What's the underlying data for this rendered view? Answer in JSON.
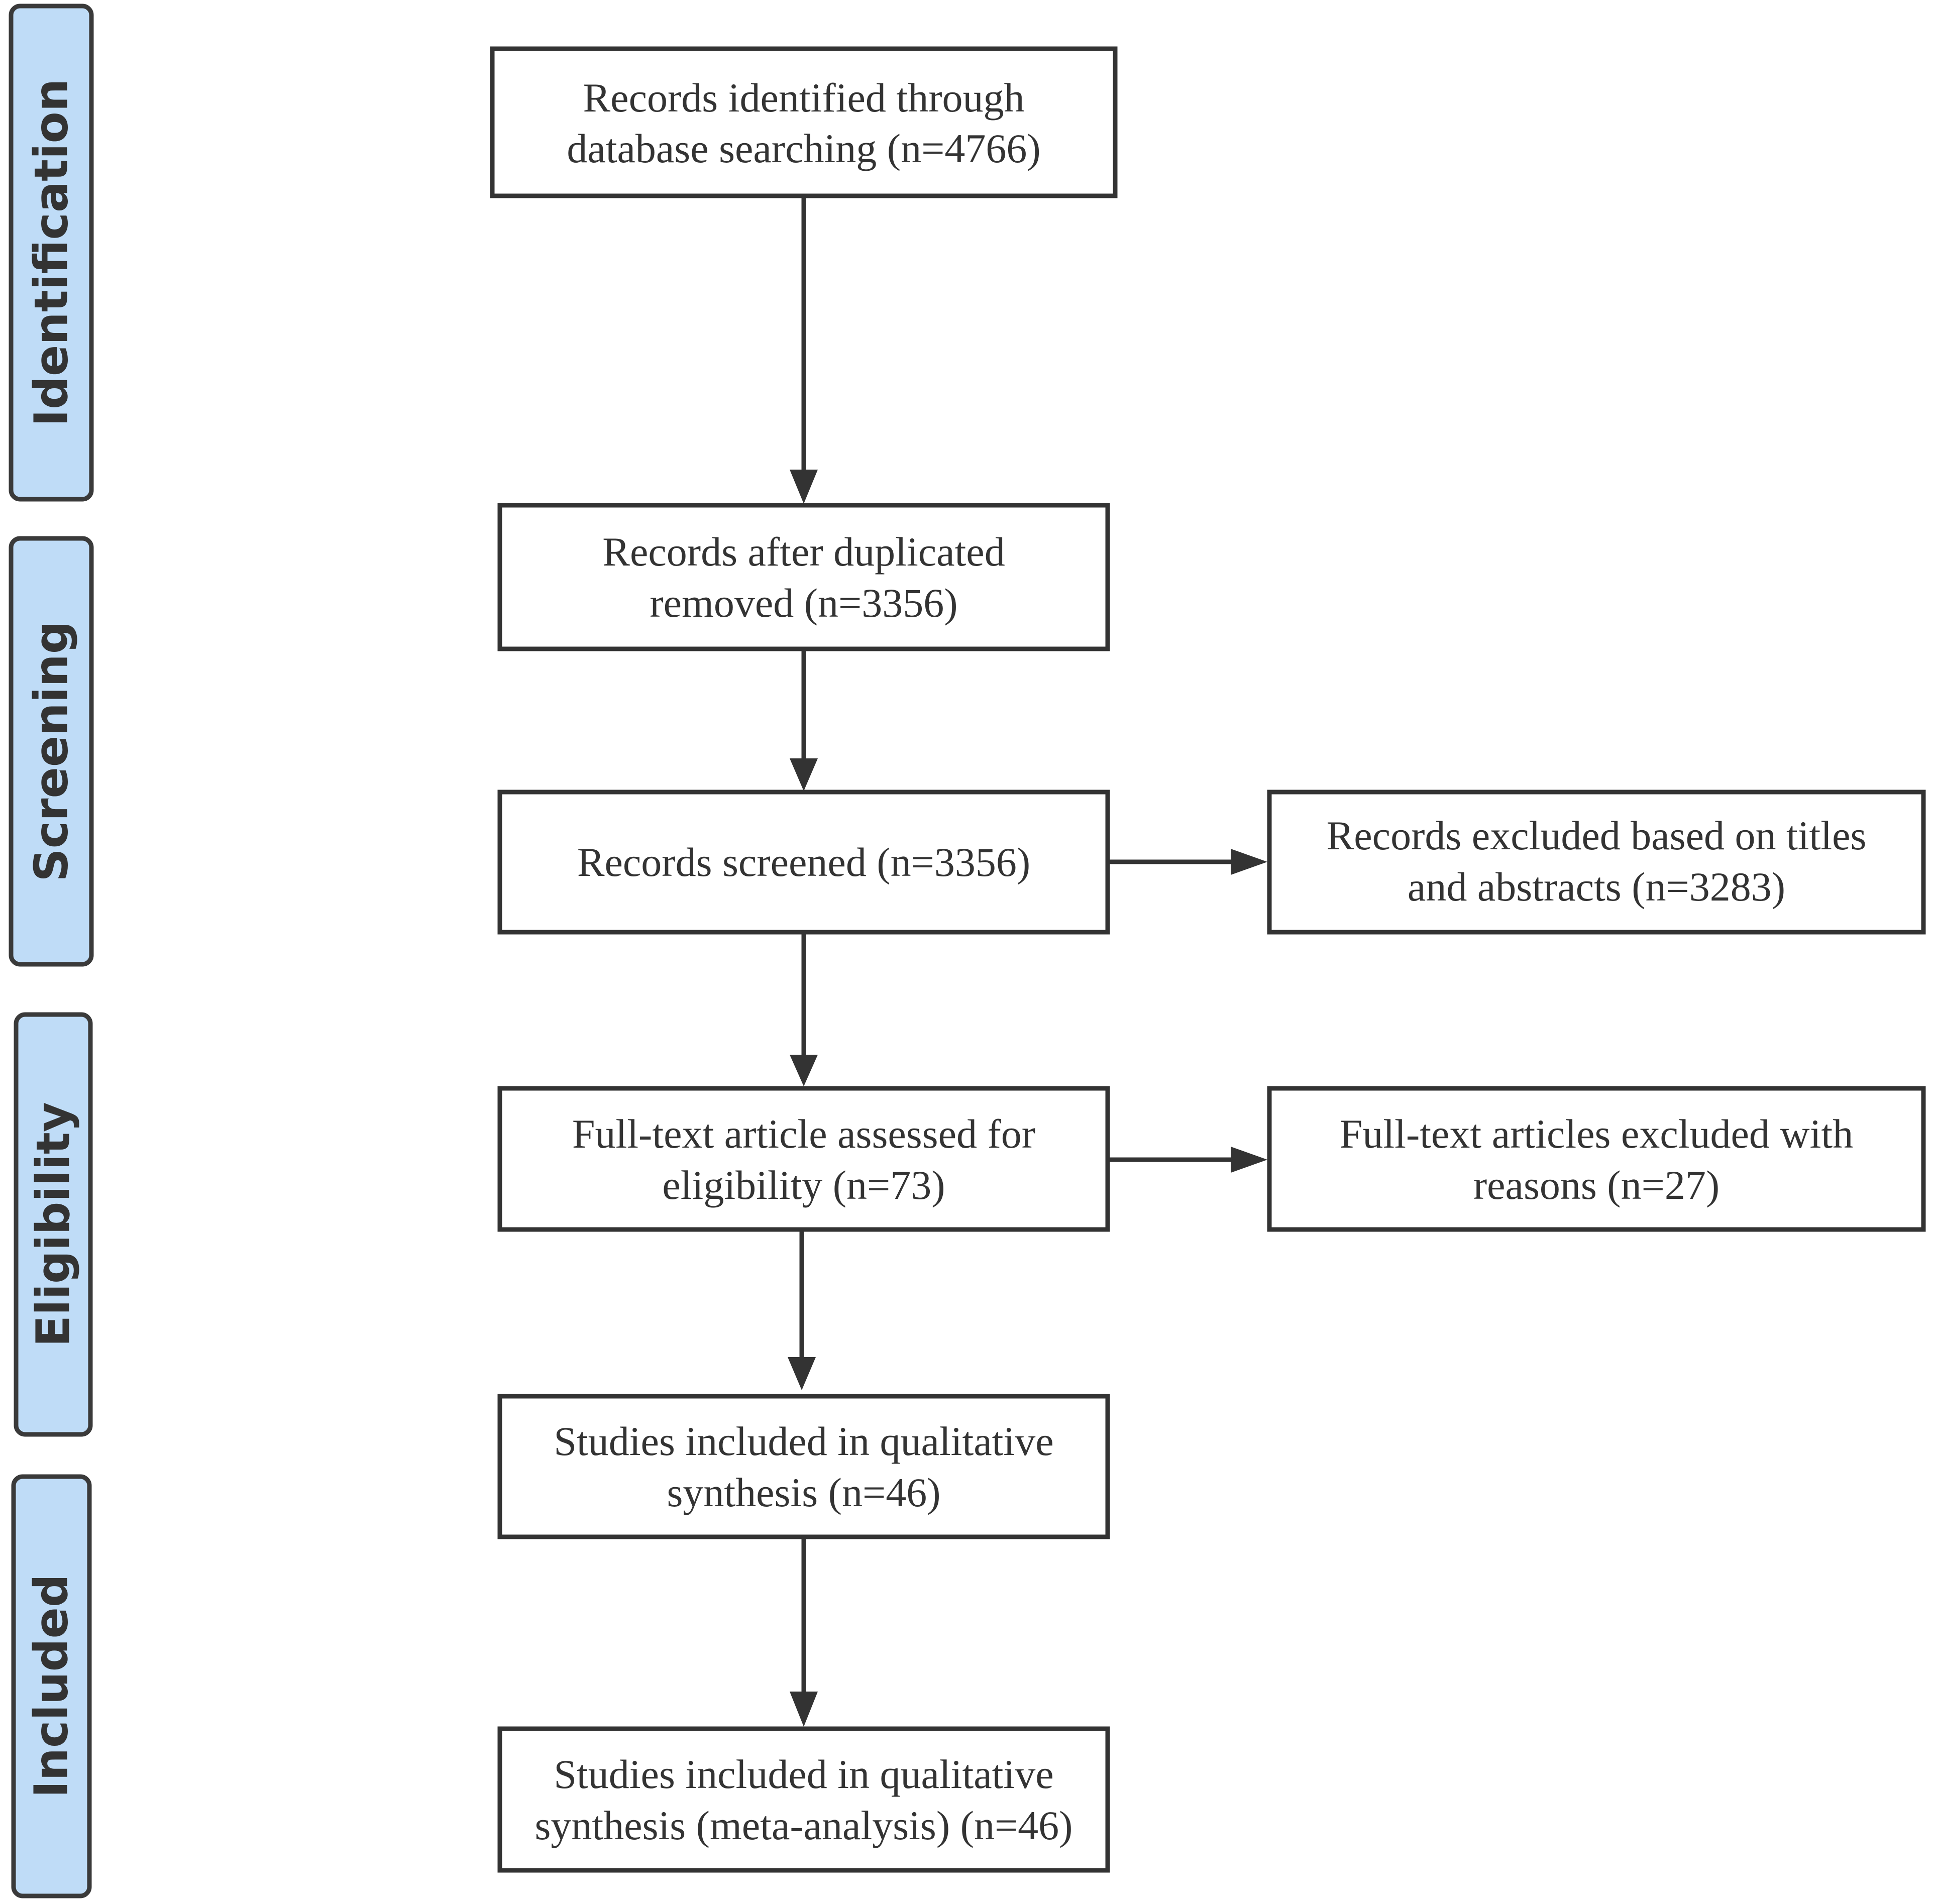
{
  "stages": {
    "identification": "Identification",
    "screening": "Screening",
    "eligibility": "Eligibility",
    "included": "Included"
  },
  "boxes": {
    "identified": {
      "line1": "Records identified through",
      "line2": "database searching (n=4766)"
    },
    "after_duplicates": {
      "line1": "Records after duplicated",
      "line2": "removed (n=3356)"
    },
    "screened": {
      "line1": "Records screened (n=3356)"
    },
    "excluded_titles": {
      "line1": "Records excluded based on titles",
      "line2": "and abstracts (n=3283)"
    },
    "fulltext_assessed": {
      "line1": "Full-text article assessed for",
      "line2": "eligibility (n=73)"
    },
    "fulltext_excluded": {
      "line1": "Full-text articles excluded with",
      "line2": "reasons (n=27)"
    },
    "qualitative": {
      "line1": "Studies included in qualitative",
      "line2": "synthesis (n=46)"
    },
    "meta_analysis": {
      "line1": "Studies included in qualitative",
      "line2": "synthesis (meta-analysis) (n=46)"
    }
  },
  "colors": {
    "stage_fill": "#bfdcf7",
    "stage_border": "#3a3a3a",
    "box_border": "#333333",
    "arrow": "#333333",
    "text": "#333333"
  }
}
